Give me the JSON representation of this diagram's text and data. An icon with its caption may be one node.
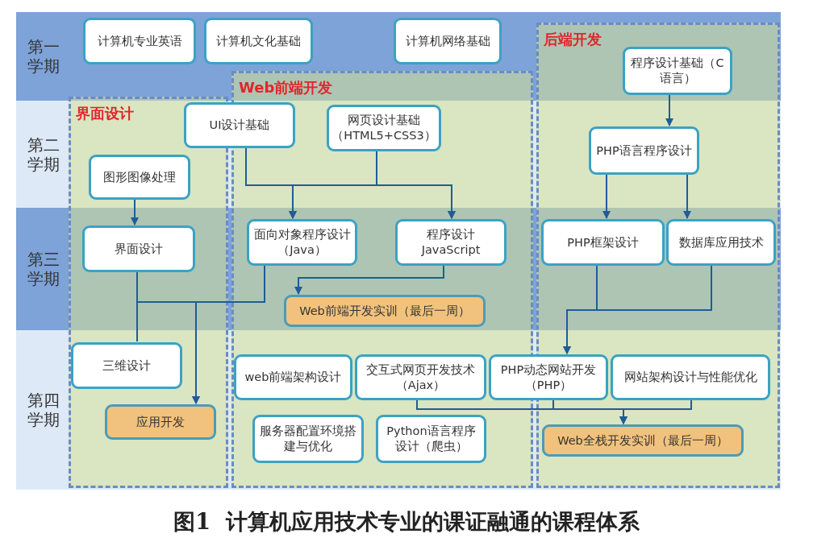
{
  "diagram": {
    "caption": "图1  计算机应用技术专业的课证融通的课程体系",
    "nodes": [
      {
        "text": [
          "计算机专业英语"
        ]
      },
      {
        "text": [
          "计算机文化基础"
        ]
      },
      {
        "text": [
          "计算机网络基础"
        ]
      },
      {
        "text": [
          "后端开发"
        ]
      },
      {
        "text": [
          "程序设计基础（C语言）"
        ],
        "in": 3
      },
      {
        "text": [
          "Web前端开发"
        ]
      },
      {
        "text": [
          "界面设计"
        ]
      },
      {
        "text": [
          "UI设计基础"
        ]
      },
      {
        "text": [
          "网页设计基础（HTML5+CSS3）"
        ],
        "in": 5
      },
      {
        "text": [
          "PHP语言程序设计"
        ],
        "in": 3
      },
      {
        "text": [
          "图形图像处理"
        ],
        "in": 6
      },
      {
        "text": [
          "界面设计"
        ],
        "in": 6
      },
      {
        "text": [
          "面向对象程序设计（Java）"
        ],
        "in": 5
      },
      {
        "text": [
          "程序设计JavaScript"
        ],
        "in": 5
      },
      {
        "text": [
          "PHP框架设计"
        ],
        "in": 3
      },
      {
        "text": [
          "数据库应用技术"
        ],
        "in": 3
      },
      {
        "text": [
          "Web前端开发实训（最后一周）"
        ],
        "in": 5
      },
      {
        "text": [
          "三维设计"
        ],
        "in": 6
      },
      {
        "text": [
          "web前端架构设计"
        ],
        "in": 5
      },
      {
        "text": [
          "交互式网页开发技术（Ajax）"
        ],
        "in": 5
      },
      {
        "text": [
          "PHP动态网站开发（PHP）"
        ]
      },
      {
        "text": [
          "网站架构设计与性能优化"
        ],
        "in": 3
      },
      {
        "text": [
          "应用开发"
        ],
        "in": 6
      },
      {
        "text": [
          "服务器配置环境搭建与优化"
        ],
        "in": 5
      },
      {
        "text": [
          "Python语言程序设计（爬虫）"
        ],
        "in": 5
      },
      {
        "text": [
          "Web全栈开发实训（最后一周）"
        ],
        "in": 3
      }
    ],
    "edges": [
      {
        "from": 10,
        "to": 11,
        "arrow": "to"
      },
      {
        "from": 7,
        "to": 12,
        "arrow": "to"
      },
      {
        "from": 8,
        "to": 12,
        "arrow": "to"
      },
      {
        "from": 7,
        "to": 13,
        "arrow": "to"
      },
      {
        "from": 8,
        "to": 13,
        "arrow": "to"
      },
      {
        "from": 11,
        "to": 17,
        "arrow": "none"
      },
      {
        "from": 11,
        "to": 22,
        "arrow": "to"
      },
      {
        "from": 12,
        "to": 22,
        "arrow": "to"
      },
      {
        "from": 13,
        "to": 16,
        "arrow": "to"
      },
      {
        "from": 4,
        "to": 9,
        "arrow": "to"
      },
      {
        "from": 9,
        "to": 14,
        "arrow": "to"
      },
      {
        "from": 9,
        "to": 15,
        "arrow": "to"
      },
      {
        "from": 14,
        "to": 20,
        "arrow": "to"
      },
      {
        "from": 15,
        "to": 20,
        "arrow": "to"
      },
      {
        "from": 19,
        "to": 25,
        "arrow": "to"
      },
      {
        "from": 20,
        "to": 25,
        "arrow": "to"
      },
      {
        "from": 21,
        "to": 25,
        "arrow": "to"
      }
    ],
    "labels": [
      "第一学期",
      "第二学期",
      "第三学期",
      "第四学期"
    ]
  }
}
